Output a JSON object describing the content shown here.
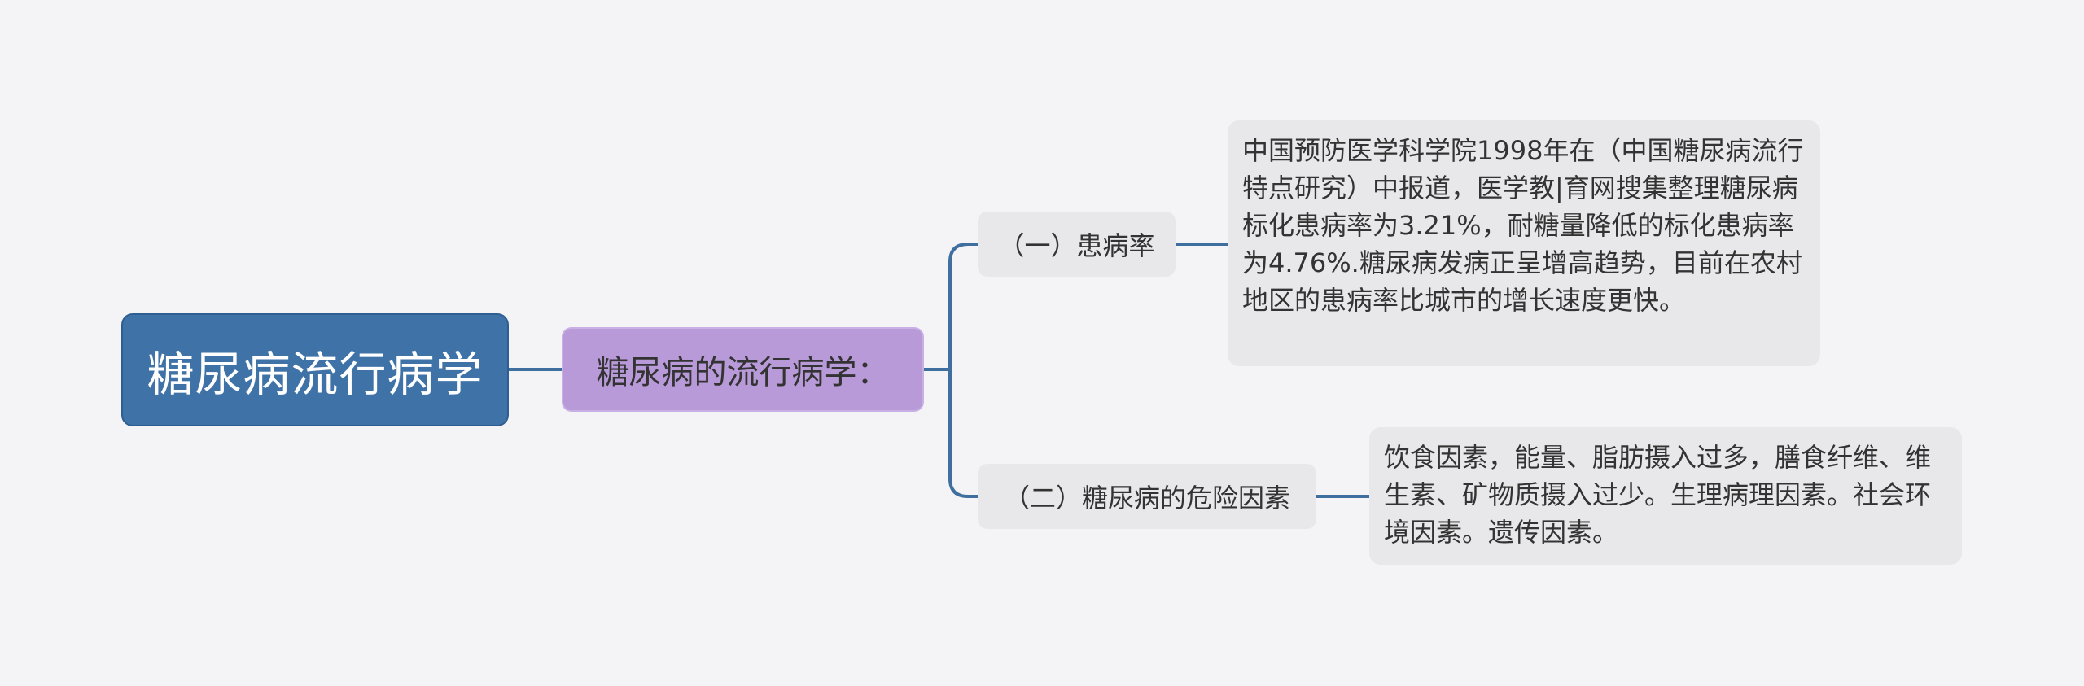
{
  "mindmap": {
    "root": {
      "label": "糖尿病流行病学"
    },
    "main": {
      "label": "糖尿病的流行病学："
    },
    "branches": [
      {
        "label": "（一）患病率",
        "detail": "中国预防医学科学院1998年在（中国糖尿病流行特点研究）中报道，医学教|育网搜集整理糖尿病标化患病率为3.21%，耐糖量降低的标化患病率为4.76%.糖尿病发病正呈增高趋势，目前在农村地区的患病率比城市的增长速度更快。"
      },
      {
        "label": "（二）糖尿病的危险因素",
        "detail": "饮食因素，能量、脂肪摄入过多，膳食纤维、维生素、矿物质摄入过少。生理病理因素。社会环境因素。遗传因素。"
      }
    ]
  },
  "colors": {
    "root_fill": "#3f72a6",
    "main_fill": "#b89ad9",
    "node_fill": "#e8e8ea",
    "connector": "#3f6f9e",
    "background": "#f4f4f6"
  }
}
